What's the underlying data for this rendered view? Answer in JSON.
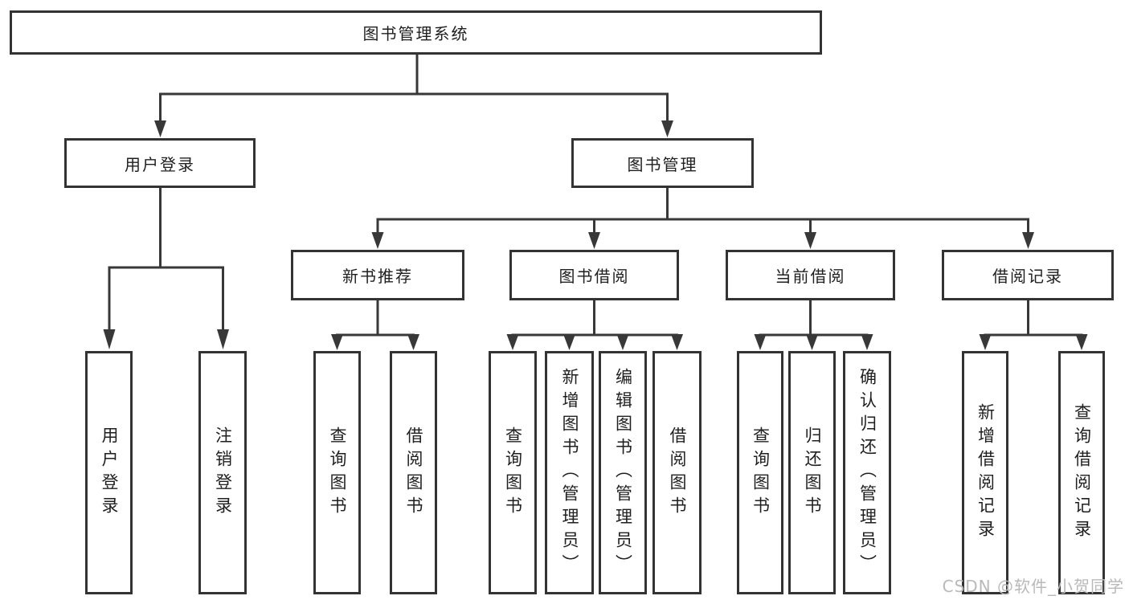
{
  "nodes": {
    "root": "图书管理系统",
    "user_login": "用户登录",
    "book_mgmt": "图书管理",
    "new_book_rec": "新书推荐",
    "book_borrow": "图书借阅",
    "current_borrow": "当前借阅",
    "borrow_records": "借阅记录",
    "leaf_user_login": "用户登录",
    "leaf_logout": "注销登录",
    "nb_query_book": "查询图书",
    "nb_borrow_book": "借阅图书",
    "bb_query_book": "查询图书",
    "bb_add_book": "新增图书（管理员）",
    "bb_edit_book": "编辑图书（管理员）",
    "bb_borrow_book": "借阅图书",
    "cb_query_book": "查询图书",
    "cb_return_book": "归还图书",
    "cb_confirm_return": "确认归还（管理员）",
    "br_add_record": "新增借阅记录",
    "br_query_record": "查询借阅记录"
  },
  "structure": {
    "图书管理系统": [
      "用户登录",
      "图书管理"
    ],
    "用户登录": [
      "用户登录",
      "注销登录"
    ],
    "图书管理": [
      "新书推荐",
      "图书借阅",
      "当前借阅",
      "借阅记录"
    ],
    "新书推荐": [
      "查询图书",
      "借阅图书"
    ],
    "图书借阅": [
      "查询图书",
      "新增图书（管理员）",
      "编辑图书（管理员）",
      "借阅图书"
    ],
    "当前借阅": [
      "查询图书",
      "归还图书",
      "确认归还（管理员）"
    ],
    "借阅记录": [
      "新增借阅记录",
      "查询借阅记录"
    ]
  },
  "watermark": "CSDN @软件_小贺同学",
  "colors": {
    "line": "#383838",
    "border": "#333333",
    "text": "#1f1f1f",
    "watermark": "#b9b9b9",
    "background": "#ffffff"
  }
}
